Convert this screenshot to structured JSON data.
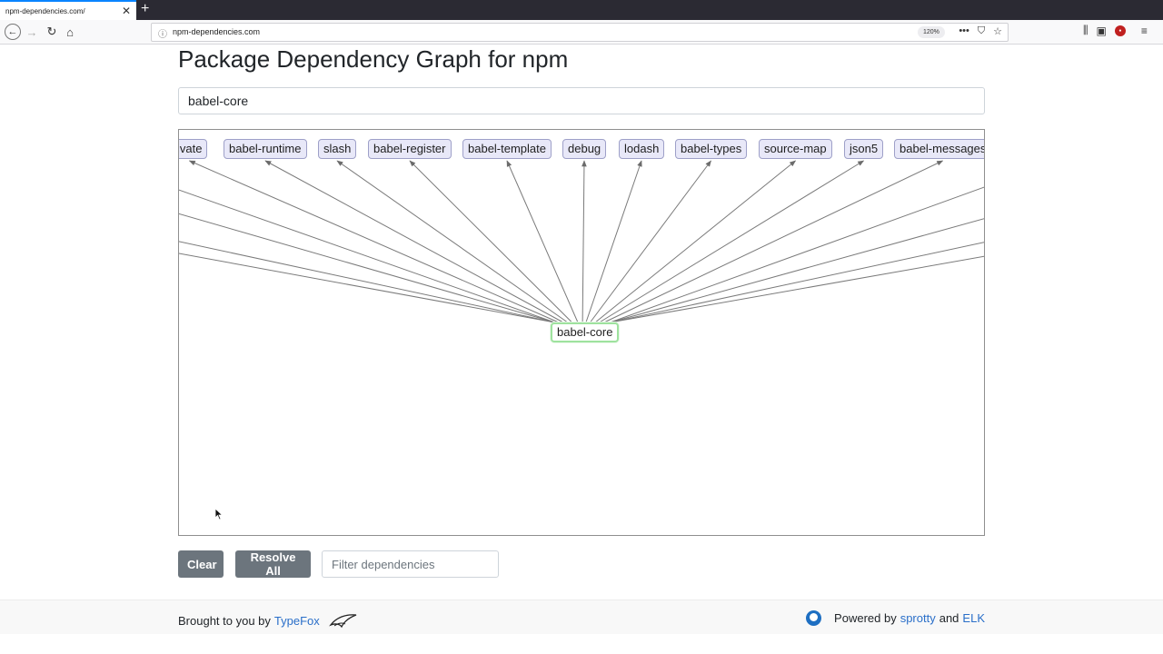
{
  "browser": {
    "tab_title": "npm-dependencies.com/",
    "tab_close": "✕",
    "new_tab": "+",
    "url": "npm-dependencies.com",
    "zoom": "120%"
  },
  "page": {
    "title": "Package Dependency Graph for npm",
    "search_value": "babel-core"
  },
  "graph": {
    "root": "babel-core",
    "dependencies": [
      "ivate",
      "babel-runtime",
      "slash",
      "babel-register",
      "babel-template",
      "debug",
      "lodash",
      "babel-types",
      "source-map",
      "json5",
      "babel-messages"
    ]
  },
  "controls": {
    "clear_label": "Clear",
    "resolve_label": "Resolve All",
    "filter_placeholder": "Filter dependencies"
  },
  "footer": {
    "left_prefix": "Brought to you by",
    "left_link": "TypeFox",
    "right_prefix": "Powered by",
    "right_link1": "sprotty",
    "right_and": "and",
    "right_link2": "ELK"
  },
  "colors": {
    "button_bg": "#6c757d",
    "link": "#2a6fc9",
    "node_bg": "#e8e8f8",
    "root_border": "#9ee29e"
  }
}
